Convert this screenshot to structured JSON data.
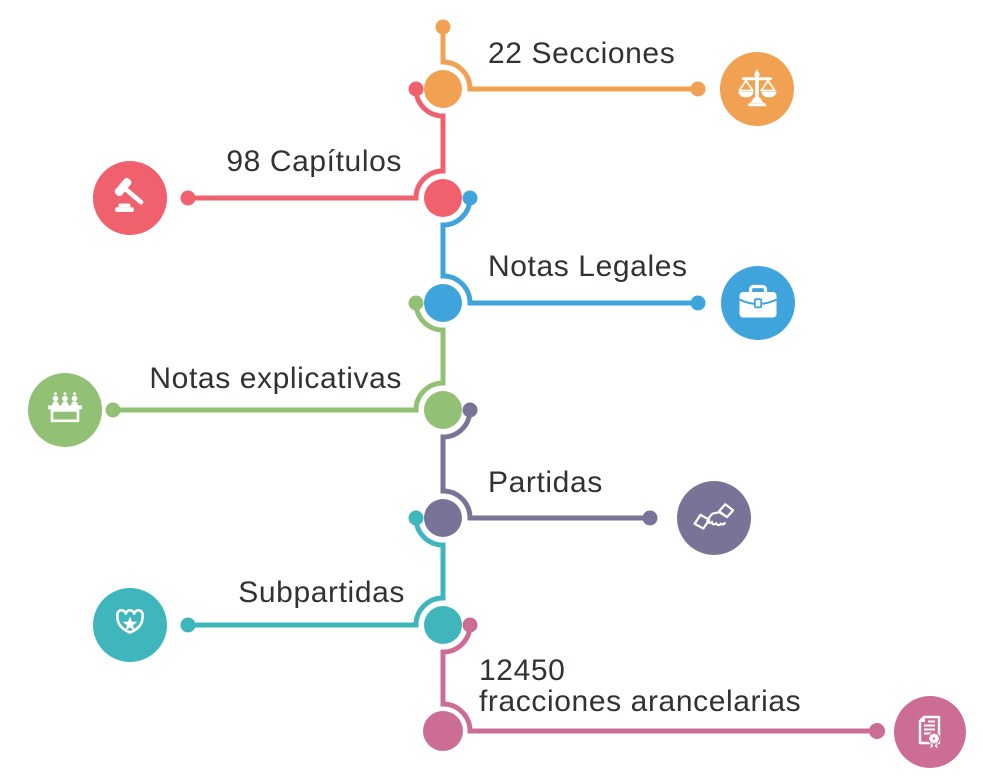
{
  "diagram": {
    "type": "vertical-timeline-infographic",
    "background_color": "#ffffff",
    "text_color": "#343036",
    "items": [
      {
        "label": "22 Secciones",
        "icon": "scales-of-justice-icon",
        "color": "#F1A152",
        "side": "right"
      },
      {
        "label": "98 Capítulos",
        "icon": "gavel-icon",
        "color": "#F0616D",
        "side": "left"
      },
      {
        "label": "Notas Legales",
        "icon": "briefcase-icon",
        "color": "#3FA4DB",
        "side": "right"
      },
      {
        "label": "Notas explicativas",
        "icon": "committee-icon",
        "color": "#92C075",
        "side": "left"
      },
      {
        "label": "Partidas",
        "icon": "handshake-icon",
        "color": "#7A7398",
        "side": "right"
      },
      {
        "label": "Subpartidas",
        "icon": "police-badge-icon",
        "color": "#3EB6BC",
        "side": "left"
      },
      {
        "label": "12450 fracciones arancelarias",
        "label_lines": [
          "12450",
          "fracciones arancelarias"
        ],
        "icon": "certificate-icon",
        "color": "#CC6D96",
        "side": "right"
      }
    ]
  }
}
